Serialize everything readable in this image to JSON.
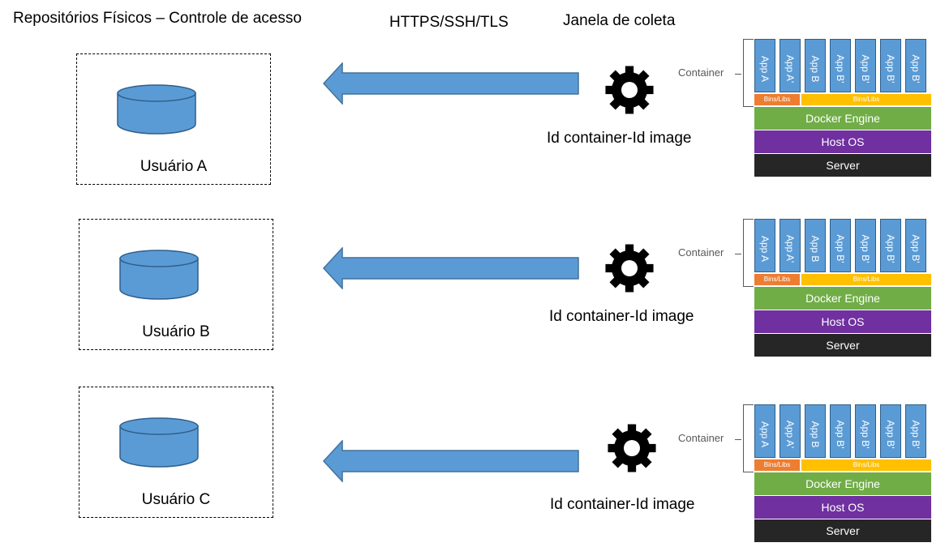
{
  "header": {
    "repos_title": "Repositórios Físicos – Controle de acesso",
    "protocols": "HTTPS/SSH/TLS",
    "window": "Janela de coleta"
  },
  "colors": {
    "arrow": "#5b9bd5",
    "cylinder": "#5b9bd5",
    "app": "#5b9bd5",
    "bins_a": "#ed7d31",
    "bins_b": "#ffc000",
    "docker": "#70ad47",
    "host": "#7030a0",
    "server": "#262626"
  },
  "rows": [
    {
      "user": "Usuário A",
      "id_label": "Id container-Id image"
    },
    {
      "user": "Usuário B",
      "id_label": "Id container-Id image"
    },
    {
      "user": "Usuário C",
      "id_label": "Id container-Id image"
    }
  ],
  "stack": {
    "container_label": "Container",
    "apps": [
      "App A",
      "App A'",
      "App B",
      "App B'",
      "App B'",
      "App B'",
      "App B'"
    ],
    "bins_a": "Bins/Libs",
    "bins_b": "Bins/Libs",
    "docker": "Docker Engine",
    "host": "Host OS",
    "server": "Server"
  }
}
